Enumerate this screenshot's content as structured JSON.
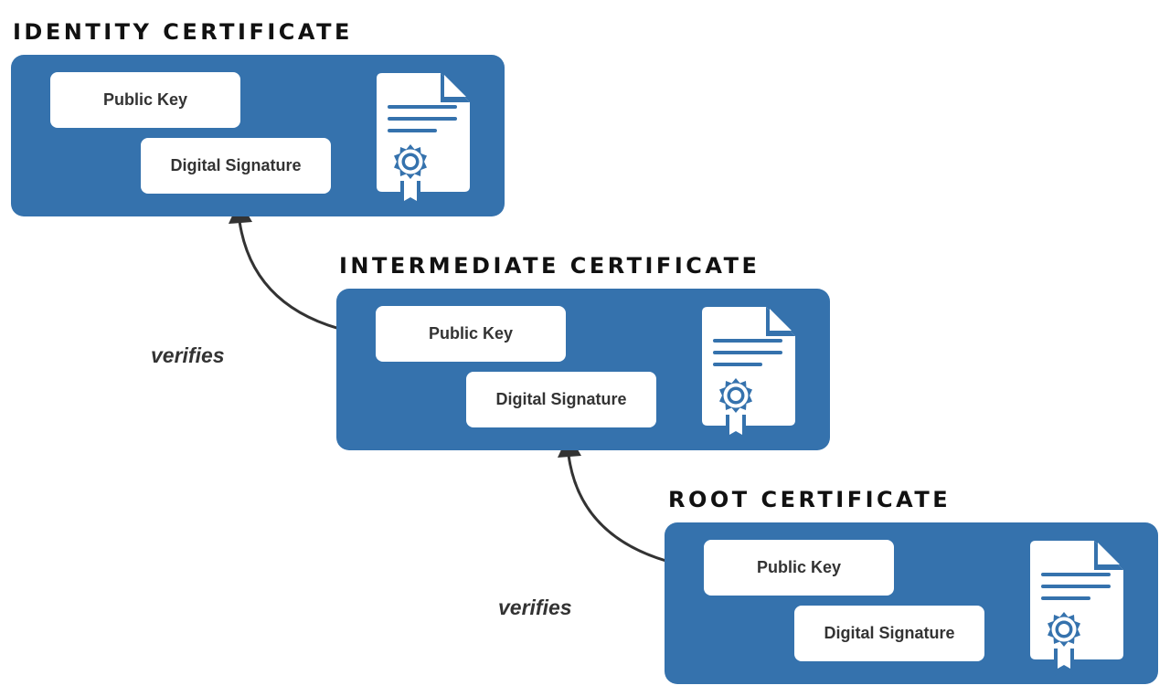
{
  "colors": {
    "card": "#3572ad",
    "pill": "#ffffff",
    "title": "#111111",
    "text": "#333333",
    "arrow": "#333333"
  },
  "certificates": [
    {
      "id": "identity",
      "title": "IDENTITY CERTIFICATE",
      "public_key_label": "Public Key",
      "signature_label": "Digital Signature",
      "icon": "certificate-document-icon"
    },
    {
      "id": "intermediate",
      "title": "INTERMEDIATE CERTIFICATE",
      "public_key_label": "Public Key",
      "signature_label": "Digital Signature",
      "icon": "certificate-document-icon"
    },
    {
      "id": "root",
      "title": "ROOT CERTIFICATE",
      "public_key_label": "Public Key",
      "signature_label": "Digital Signature",
      "icon": "certificate-document-icon"
    }
  ],
  "relations": [
    {
      "label": "verifies",
      "from": "intermediate.public_key",
      "to": "identity.digital_signature"
    },
    {
      "label": "verifies",
      "from": "root.public_key",
      "to": "intermediate.digital_signature"
    }
  ]
}
